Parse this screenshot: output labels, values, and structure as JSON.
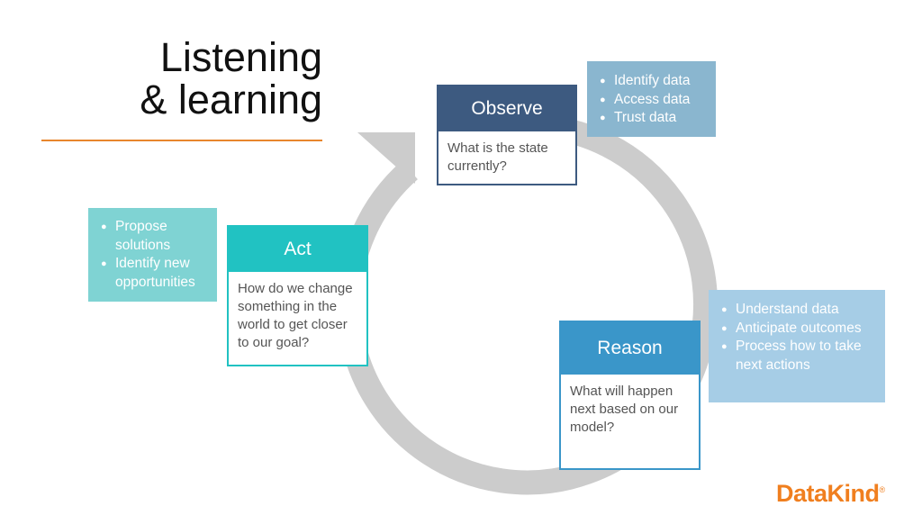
{
  "title": {
    "line1": "Listening",
    "line2": "& learning"
  },
  "colors": {
    "accent_rule": "#e8862d",
    "cycle_arrow": "#cccccc",
    "observe": "#3d5a80",
    "act": "#21c2c2",
    "reason": "#3a96c9",
    "logo": "#f07f1f"
  },
  "observe": {
    "heading": "Observe",
    "question": "What is the state currently?",
    "bullets": [
      "Identify data",
      "Access data",
      "Trust data"
    ]
  },
  "act": {
    "heading": "Act",
    "question": "How do we change something in the world to get closer to our goal?",
    "bullets": [
      "Propose solutions",
      "Identify new opportunities"
    ]
  },
  "reason": {
    "heading": "Reason",
    "question": "What will happen next based on our model?",
    "bullets": [
      "Understand data",
      "Anticipate outcomes",
      "Process how to take next actions"
    ]
  },
  "logo": {
    "text": "DataKind",
    "registered": "®"
  }
}
